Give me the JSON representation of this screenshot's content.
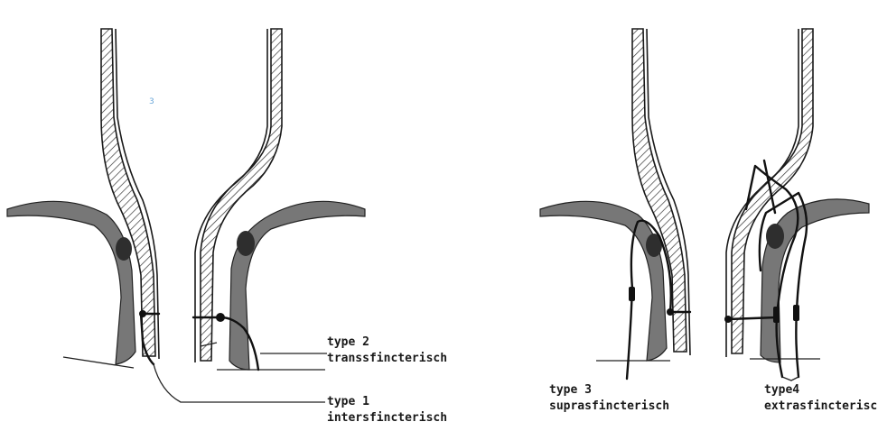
{
  "stray_mark": "3",
  "labels": {
    "type2_line1": "type 2",
    "type2_line2": "transsfincterisch",
    "type1_line1": "type 1",
    "type1_line2": "intersfincterisch",
    "type3_line1": "type 3",
    "type3_line2": "suprasfincterisch",
    "type4_line1": "type4",
    "type4_line2": "extrasfincterisch"
  }
}
